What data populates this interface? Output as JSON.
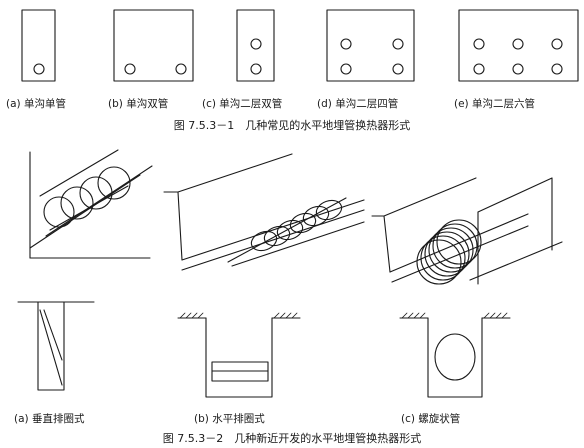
{
  "figure1": {
    "title": "图 7.5.3－1　几种常见的水平地埋管换热器形式",
    "captions": [
      "(a) 单沟单管",
      "(b) 单沟双管",
      "(c) 单沟二层双管",
      "(d) 单沟二层四管",
      "(e) 单沟二层六管"
    ]
  },
  "figure2": {
    "title": "图 7.5.3－2　几种新近开发的水平地埋管换热器形式",
    "captions": [
      "(a) 垂直排圈式",
      "(b) 水平排圈式",
      "(c) 螺旋状管"
    ]
  }
}
